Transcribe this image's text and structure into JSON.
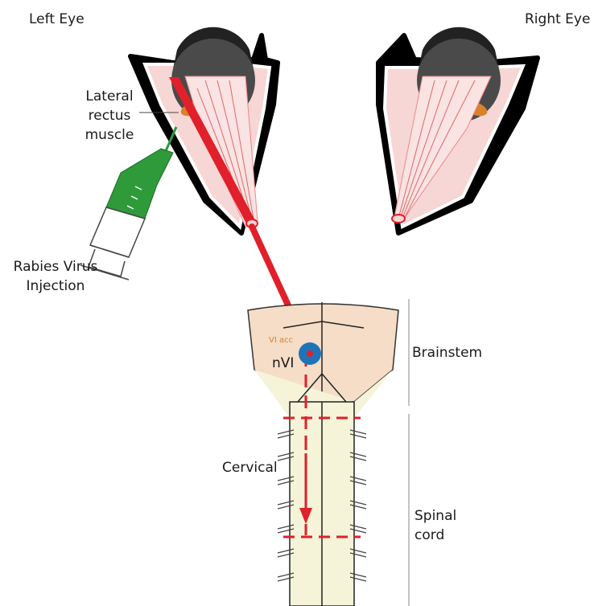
{
  "labels": {
    "left_eye": "Left Eye",
    "right_eye": "Right Eye",
    "lateral_rectus_line1": "Lateral",
    "lateral_rectus_line2": "rectus",
    "lateral_rectus_line3": "muscle",
    "injection_line1": "Rabies Virus",
    "injection_line2": "Injection",
    "nucleus": "nVI",
    "nucleus_small": "VI acc",
    "brainstem": "Brainstem",
    "cervical": "Cervical",
    "spinal_line1": "Spinal",
    "spinal_line2": "cord"
  },
  "colors": {
    "muscle_red": "#e0202a",
    "syringe_green": "#2e9a3a",
    "nucleus_blue": "#1f74b9",
    "brainstem_fill": "#f5ddc8",
    "cord_fill": "#f5f3d8",
    "globe_dark": "#222222",
    "orbit_pink": "#f7d6d6",
    "orange_muscle": "#d9822b",
    "guide_gray": "#8a8a8a"
  }
}
